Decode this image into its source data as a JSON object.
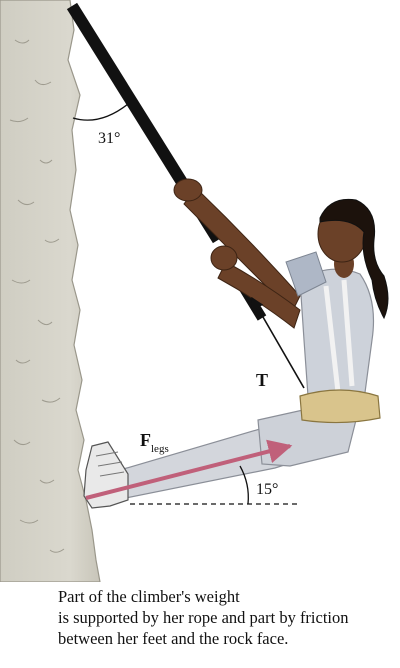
{
  "diagram": {
    "angle_rope": "31°",
    "angle_legs": "15°",
    "tension_label": "T",
    "legs_force_main": "F",
    "legs_force_sub": "legs"
  },
  "caption": {
    "line1": "Part of the climber's weight",
    "line2": "is supported by her rope and part by friction",
    "line3": "between her feet and the rock face."
  },
  "colors": {
    "rock": "#d8d6cc",
    "rope": "#111111",
    "shirt": "#cfd3da",
    "skin": "#6b4128",
    "belt": "#d9c48c",
    "leg_force": "#c0607a"
  }
}
